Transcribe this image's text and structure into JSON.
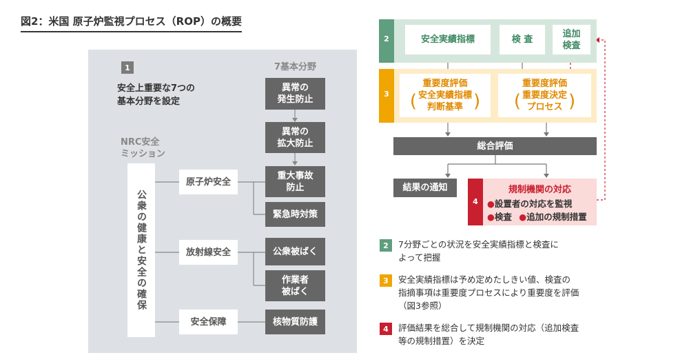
{
  "title": "図2：米国 原子炉監視プロセス（ROP）の概要",
  "left": {
    "num": "1",
    "intro_line1": "安全上重要な7つの",
    "intro_line2": "基本分野を設定",
    "col_head": "7基本分野",
    "mission_line1": "NRC安全",
    "mission_line2": "ミッション",
    "mission_box": "公衆の健康と安全の確保",
    "areas": {
      "reactor": "原子炉安全",
      "radiation": "放射線安全",
      "security": "安全保障"
    },
    "cornerstones": {
      "c1": "異常の\n発生防止",
      "c2": "異常の\n拡大防止",
      "c3": "重大事故\n防止",
      "c4": "緊急時対策",
      "c5": "公衆被ばく",
      "c6": "作業者\n被ばく",
      "c7": "核物質防護"
    }
  },
  "right": {
    "step2": {
      "num": "2",
      "pi": "安全実績指標",
      "inspection": "検 査",
      "additional": "追加\n検査"
    },
    "step3": {
      "num": "3",
      "a_title": "重要度評価",
      "a_paren1": "安全実績指標",
      "a_paren2": "判断基準",
      "b_title": "重要度評価",
      "b_paren1": "重要度決定",
      "b_paren2": "プロセス"
    },
    "overall": "総合評価",
    "notify": "結果の通知",
    "step4": {
      "num": "4",
      "title": "規制機関の対応",
      "item1": "設置者の対応を監視",
      "item2": "検査",
      "item3": "追加の規制措置"
    }
  },
  "notes": [
    {
      "num": "2",
      "line1": "7分野ごとの状況を安全実績指標と検査に",
      "line2": "よって把握",
      "line3": ""
    },
    {
      "num": "3",
      "line1": "安全実績指標は予め定めたしきい値、検査の",
      "line2": "指摘事項は重要度プロセスにより重要度を評価",
      "line3": "（図3参照）"
    },
    {
      "num": "4",
      "line1": "評価結果を総合して規制機関の対応（追加検査",
      "line2": "等の規制措置）を決定",
      "line3": ""
    }
  ],
  "colors": {
    "panel": "#dde1e5",
    "dark_box": "#666666",
    "green": "#5f9e7e",
    "orange": "#f0a500",
    "red": "#c8202f"
  }
}
